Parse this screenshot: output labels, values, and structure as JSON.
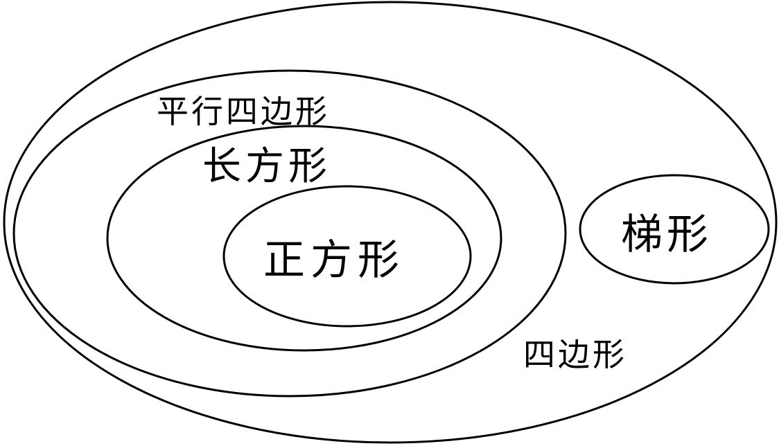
{
  "diagram": {
    "regions": {
      "quadrilateral": "四边形",
      "parallelogram": "平行四边形",
      "rectangle": "长方形",
      "square": "正方形",
      "trapezoid": "梯形"
    }
  }
}
